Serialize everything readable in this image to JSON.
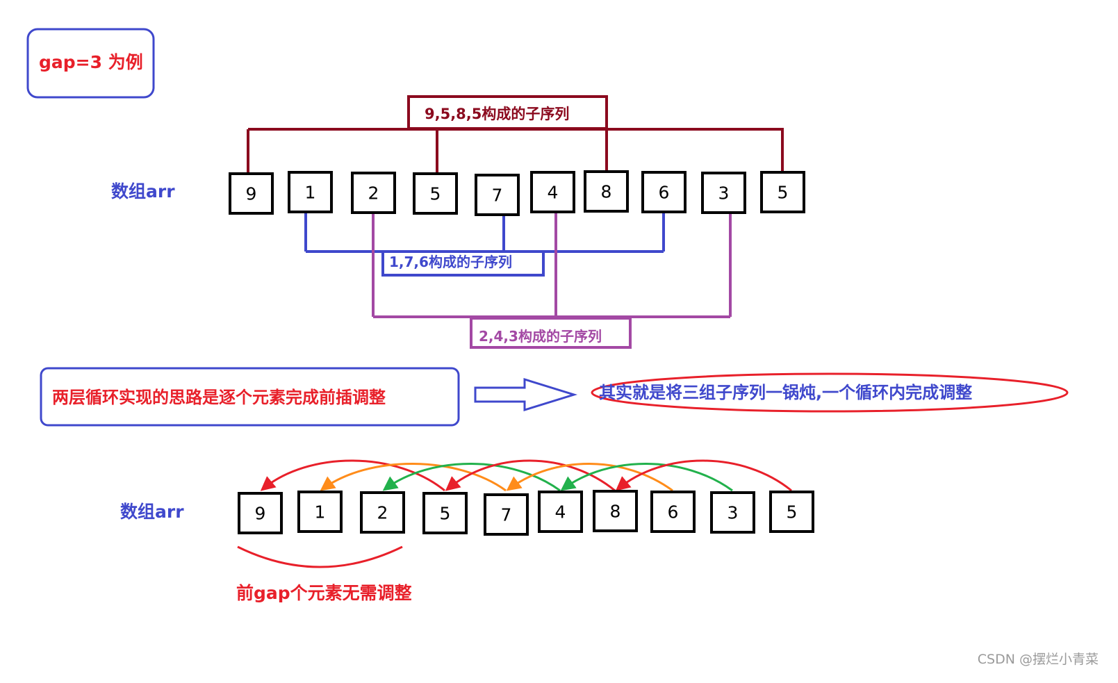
{
  "gap_label": "gap=3 为例",
  "array_label": "数组arr",
  "array_values": [
    "9",
    "1",
    "2",
    "5",
    "7",
    "4",
    "8",
    "6",
    "3",
    "5"
  ],
  "groups": [
    {
      "label": "9,5,8,5构成的子序列",
      "color": "#8b0a1e"
    },
    {
      "label": "1,7,6构成的子序列",
      "color": "#3f48cc"
    },
    {
      "label": "2,4,3构成的子序列",
      "color": "#a349a4"
    }
  ],
  "left_note": "两层循环实现的思路是逐个元素完成前插调整",
  "right_note": "其实就是将三组子序列一锅炖,一个循环内完成调整",
  "bottom_note": "前gap个元素无需调整",
  "arc_colors": [
    "#e8202a",
    "#ff8c1a",
    "#22b14c"
  ],
  "colors": {
    "red": "#e8202a",
    "blue": "#3f48cc",
    "arrow": "#3f48cc",
    "label_blue": "#3f48cc"
  },
  "watermark": "CSDN @摆烂小青菜"
}
